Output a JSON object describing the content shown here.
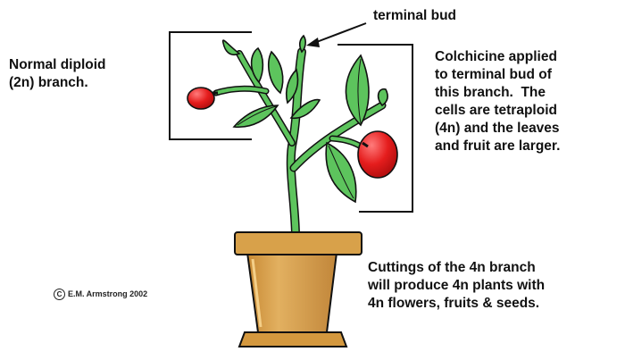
{
  "labels": {
    "terminal_bud": "terminal bud",
    "diploid": "Normal diploid\n(2n) branch.",
    "colchicine": "Colchicine applied\nto terminal bud of\nthis branch.  The\ncells are tetraploid\n(4n) and the leaves\nand fruit are larger.",
    "cuttings": "Cuttings of the 4n branch\nwill produce 4n plants with\n4n flowers, fruits & seeds.",
    "copyright_symbol": "C",
    "copyright": "E.M. Armstrong 2002"
  },
  "colors": {
    "stem": "#5dc45d",
    "leaf": "#5dc45d",
    "fruit": "#e02020",
    "pot": "#d4a14a",
    "outline": "#111111"
  }
}
